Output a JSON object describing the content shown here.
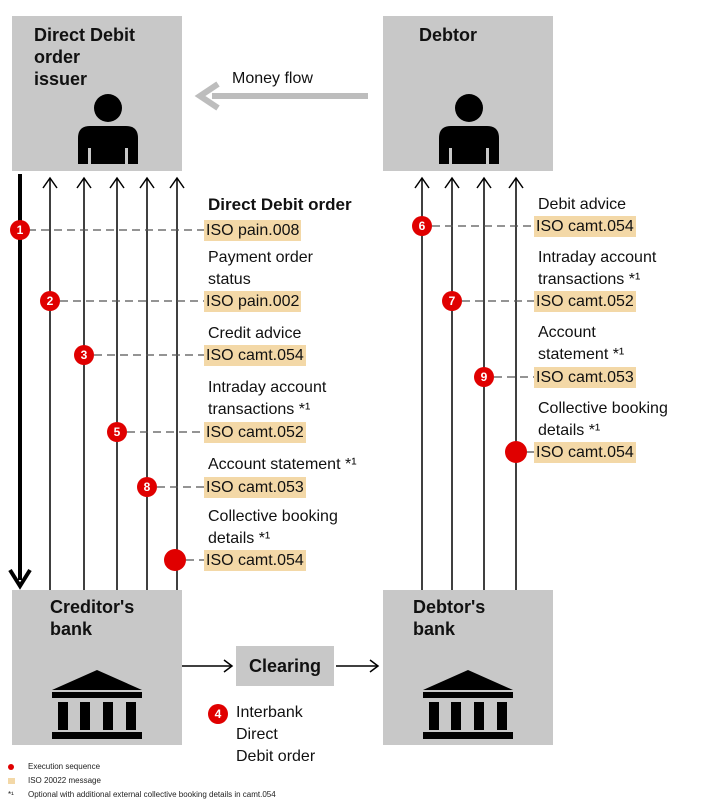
{
  "boxes": {
    "issuer": "Direct Debit\norder\nissuer",
    "debtor": "Debtor",
    "creditor_bank": "Creditor's\nbank",
    "debtor_bank": "Debtor's\nbank"
  },
  "money_flow": "Money flow",
  "clearing": "Clearing",
  "interbank": {
    "number": "4",
    "text": "Interbank\nDirect\nDebit order"
  },
  "left_messages": [
    {
      "number": "1",
      "label": "Direct Debit order",
      "iso": "ISO pain.008"
    },
    {
      "number": "2",
      "label": "Payment order\nstatus",
      "iso": "ISO pain.002"
    },
    {
      "number": "3",
      "label": "Credit advice",
      "iso": "ISO camt.054"
    },
    {
      "number": "5",
      "label": "Intraday account\ntransactions *¹",
      "iso": "ISO camt.052"
    },
    {
      "number": "8",
      "label": "Account statement *¹",
      "iso": "ISO camt.053"
    },
    {
      "number": "",
      "label": "Collective booking\ndetails *¹",
      "iso": "ISO camt.054"
    }
  ],
  "right_messages": [
    {
      "number": "6",
      "label": "Debit advice",
      "iso": "ISO camt.054"
    },
    {
      "number": "7",
      "label": "Intraday account\ntransactions *¹",
      "iso": "ISO camt.052"
    },
    {
      "number": "9",
      "label": "Account\nstatement *¹",
      "iso": "ISO camt.053"
    },
    {
      "number": "",
      "label": "Collective booking\ndetails *¹",
      "iso": "ISO camt.054"
    }
  ],
  "legend": {
    "execution": "Execution sequence",
    "iso": "ISO 20022 message",
    "star_symbol": "*¹",
    "optional": "Optional with additional external collective booking details in camt.054"
  },
  "colors": {
    "box": "#c8c8c8",
    "marker": "#e00000",
    "iso_highlight": "#f3d8a7"
  }
}
